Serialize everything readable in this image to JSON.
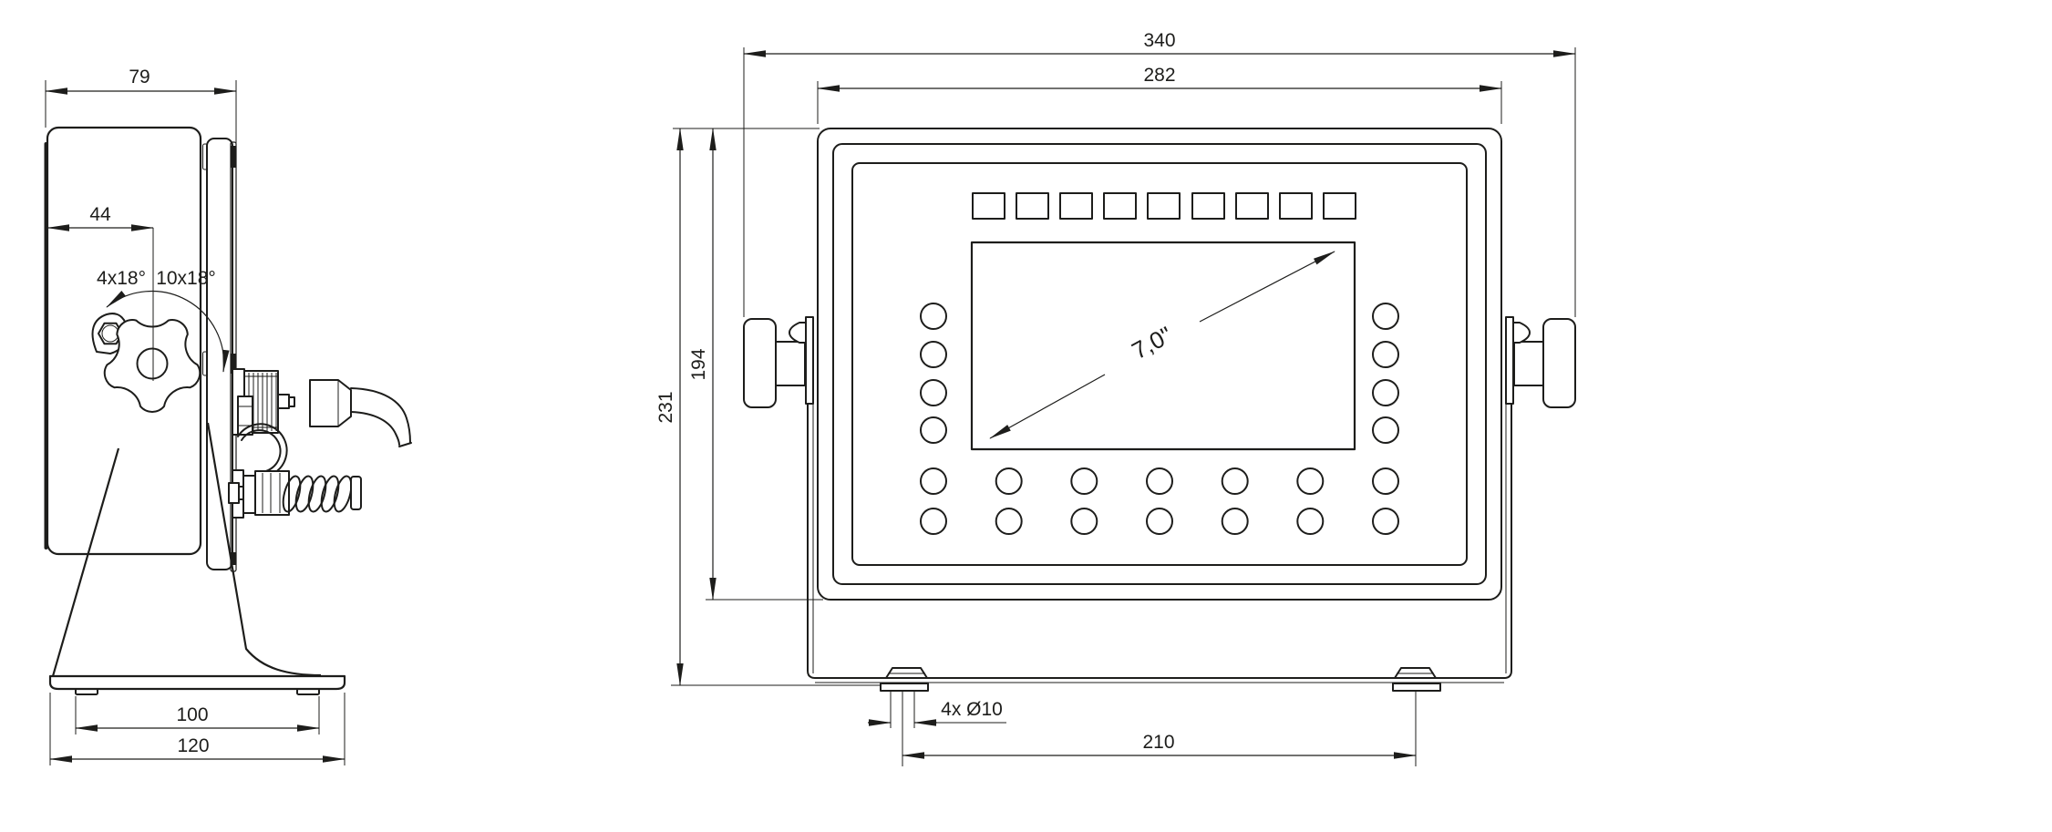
{
  "drawing_type": "dimension-drawing",
  "side_view": {
    "depth_total": "79",
    "knob_offset": "44",
    "tilt_step_front": "4x18°",
    "tilt_step_back": "10x18°",
    "foot_spacing": "100",
    "base_width": "120"
  },
  "front_view": {
    "width_total": "340",
    "width_body": "282",
    "height_total": "231",
    "height_body": "194",
    "screen_diagonal": "7,0\"",
    "mount_holes": "4x Ø10",
    "hole_spacing": "210"
  }
}
